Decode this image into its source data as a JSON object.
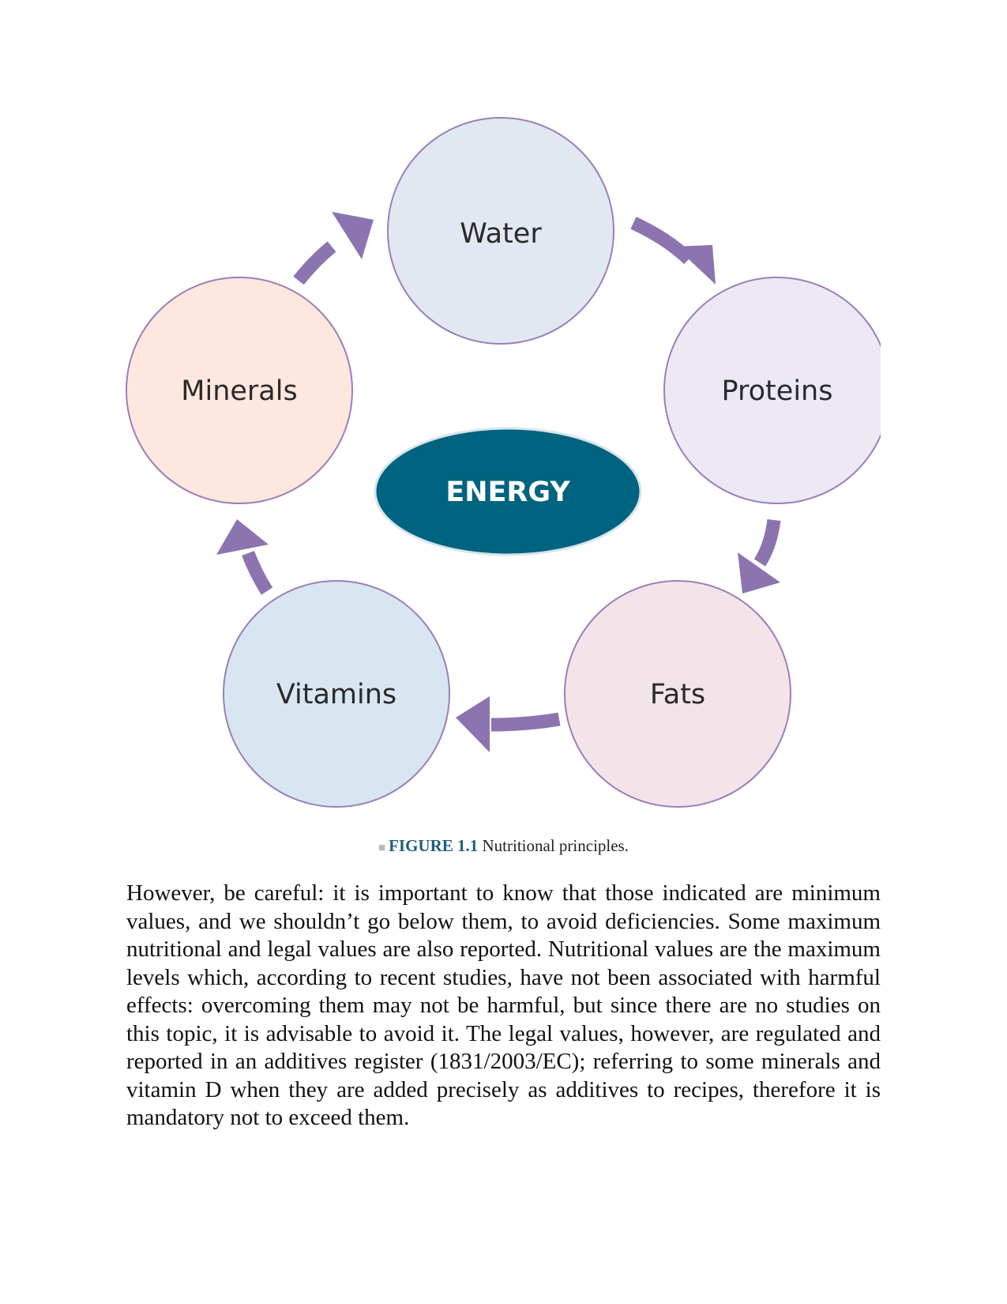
{
  "diagram": {
    "center": {
      "label": "ENERGY",
      "color": "#00637f"
    },
    "nodes": [
      {
        "label": "Water",
        "fill": "#e2e8f1"
      },
      {
        "label": "Proteins",
        "fill": "#ece9f5"
      },
      {
        "label": "Fats",
        "fill": "#f3e4ea"
      },
      {
        "label": "Vitamins",
        "fill": "#d8e6f1"
      },
      {
        "label": "Minerals",
        "fill": "#fde7df"
      }
    ],
    "node_stroke": "#9b7fb9",
    "arrow_color": "#8c74b0"
  },
  "caption": {
    "figure_label": "FIGURE 1.1",
    "text": "Nutritional principles."
  },
  "body": {
    "paragraph": "However, be careful: it is important to know that those indicated are minimum values, and we shouldn’t go below them, to avoid deficiencies. Some maximum nutritional and legal values are also reported. Nutritional values are the maximum levels which, according to recent studies, have not been associated with harmful effects: overcoming them may not be harmful, but since there are no studies on this topic, it is advisable to avoid it. The legal values, however, are regulated and reported in an additives register (1831/2003/EC); referring to some minerals and vitamin D when they are added precisely as additives to recipes, therefore it is mandatory not to exceed them."
  }
}
